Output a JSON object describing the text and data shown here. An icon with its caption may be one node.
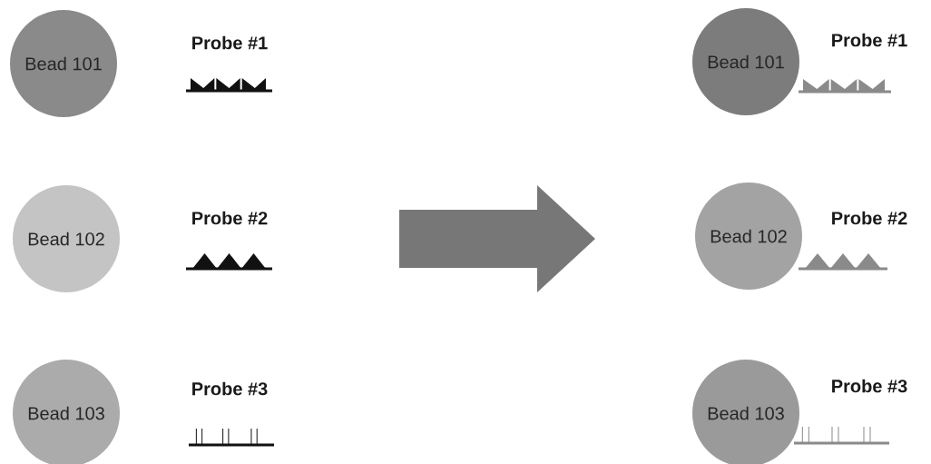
{
  "diagram": {
    "nodes": [
      {
        "text": [
          "Bead 101"
        ]
      },
      {
        "text": [
          "Bead 102"
        ]
      },
      {
        "text": [
          "Bead 103"
        ]
      },
      {
        "text": [
          "Probe #1"
        ]
      },
      {
        "text": [
          "Probe #2"
        ]
      },
      {
        "text": [
          "Probe #3"
        ]
      },
      {
        "text": [
          "Bead 101"
        ]
      },
      {
        "text": [
          "Bead 102"
        ]
      },
      {
        "text": [
          "Bead 103"
        ]
      },
      {
        "text": [
          "Probe #1"
        ]
      },
      {
        "text": [
          "Probe #2"
        ]
      },
      {
        "text": [
          "Probe #3"
        ]
      }
    ]
  }
}
